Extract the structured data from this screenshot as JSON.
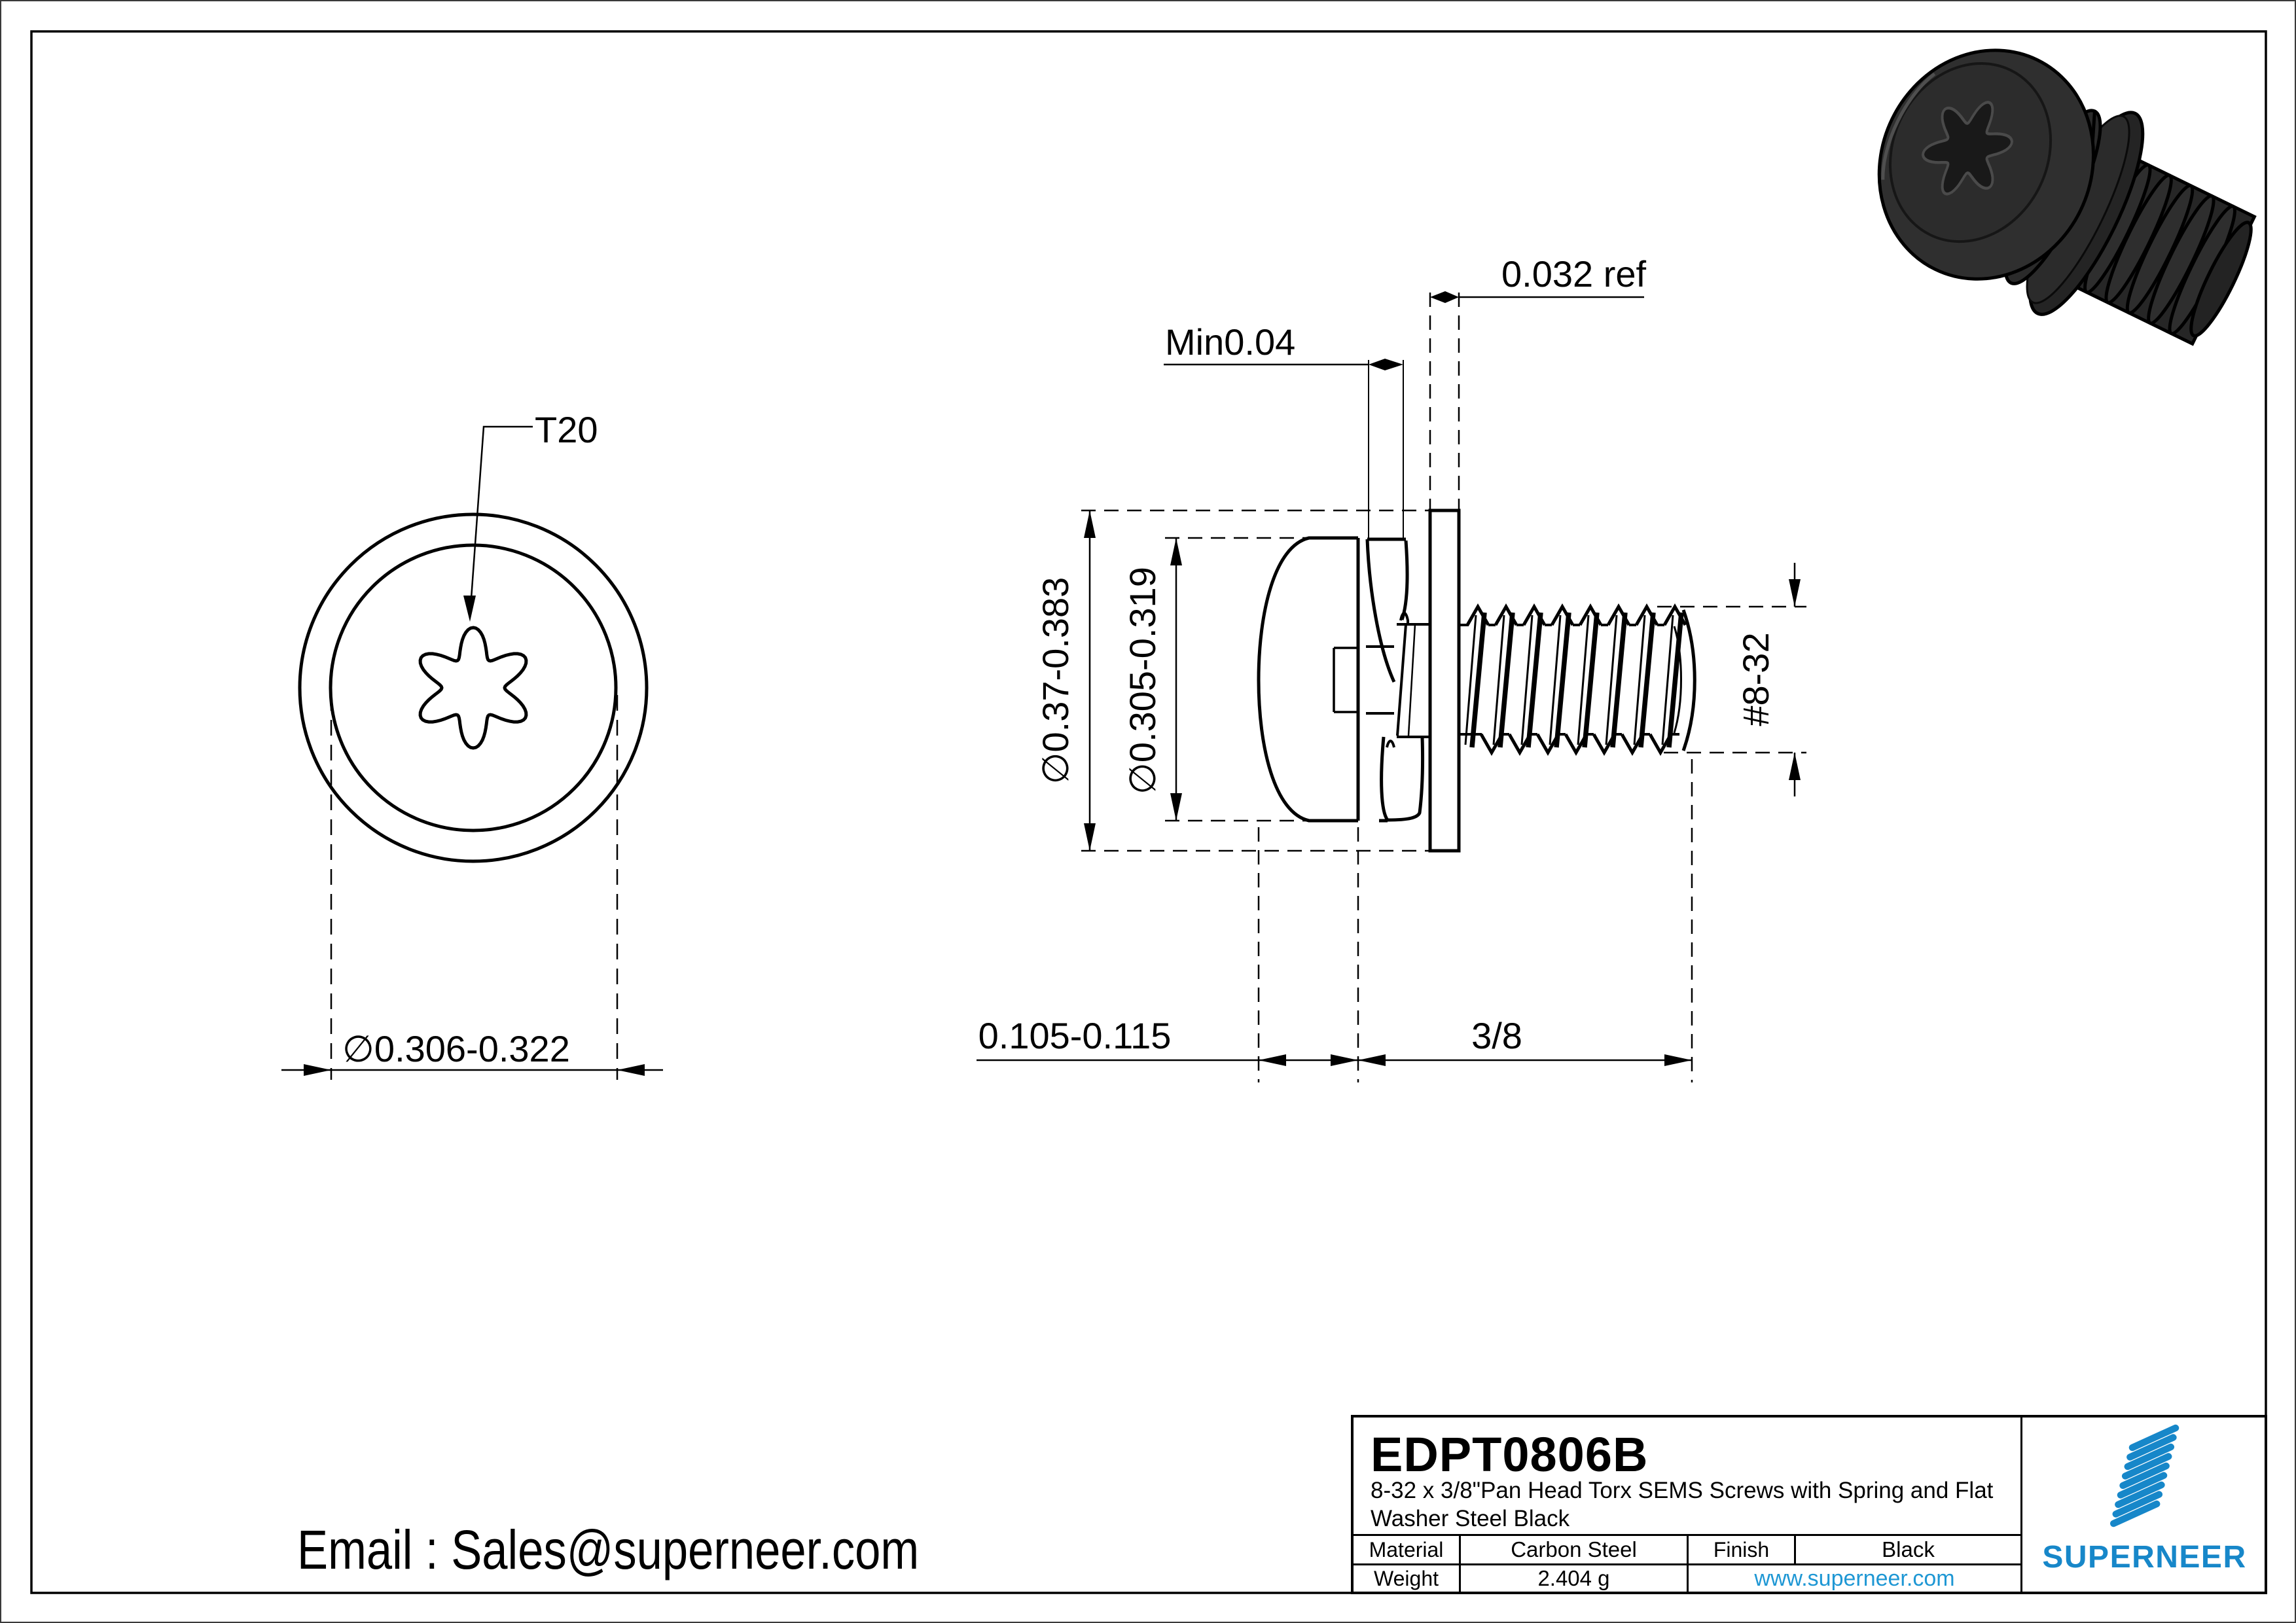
{
  "page": {
    "background": "#ffffff",
    "line_color": "#000000",
    "accent_blue": "#1787c9",
    "link_blue": "#1e97d4"
  },
  "views": {
    "front_view": {
      "torx_label": "T20",
      "head_diameter_label": "∅0.306-0.322"
    },
    "side_view": {
      "spring_washer_min_label": "Min0.04",
      "flat_washer_ref_label": "0.032 ref",
      "washer_od_label": "∅0.37-0.383",
      "head_od_label": "∅0.305-0.319",
      "thread_size_label": "#8-32",
      "head_height_label": "0.105-0.115",
      "thread_length_label": "3/8"
    }
  },
  "contact": {
    "email": "Email : Sales@superneer.com"
  },
  "title_block": {
    "part_number": "EDPT0806B",
    "description_line1": "8-32 x 3/8\"Pan Head Torx SEMS Screws with Spring and Flat",
    "description_line2": "Washer Steel Black",
    "material_label": "Material",
    "material_value": "Carbon Steel",
    "finish_label": "Finish",
    "finish_value": "Black",
    "weight_label": "Weight",
    "weight_value": "2.404 g",
    "website": "www.superneer.com",
    "brand": "SUPERNEER"
  }
}
